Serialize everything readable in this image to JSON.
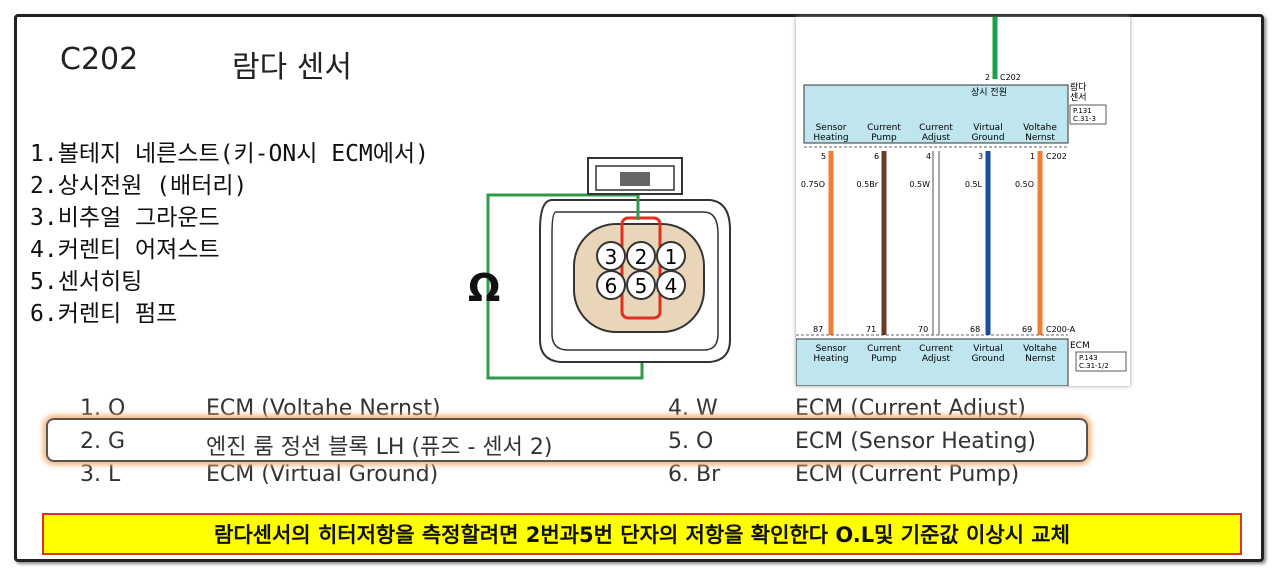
{
  "header": {
    "connector_code": "C202",
    "component_name": "람다 센서"
  },
  "pin_list": [
    "1.볼테지 네른스트(키-ON시 ECM에서)",
    "2.상시전원 (배터리)",
    "3.비추얼 그라운드",
    "4.커렌티 어져스트",
    "5.센서히팅",
    "6.커렌티 펌프"
  ],
  "connector_pins": {
    "top": [
      "3",
      "2",
      "1"
    ],
    "bottom": [
      "6",
      "5",
      "4"
    ]
  },
  "meter_symbol": "Ω",
  "colors": {
    "meter_lead": "#2e9a4e",
    "probe_highlight": "#e03020",
    "banner_bg": "#ffff00"
  },
  "legend": [
    {
      "pin": "1. O",
      "desc": "ECM (Voltahe Nernst)"
    },
    {
      "pin": "2. G",
      "desc": "엔진 룸 정션 블록 LH (퓨즈 - 센서 2)"
    },
    {
      "pin": "3. L",
      "desc": "ECM (Virtual Ground)"
    },
    {
      "pin": "4. W",
      "desc": "ECM (Current Adjust)"
    },
    {
      "pin": "5. O",
      "desc": "ECM (Sensor Heating)"
    },
    {
      "pin": "6. Br",
      "desc": "ECM (Current Pump)"
    }
  ],
  "wiring": {
    "top_pin_label": "2",
    "top_connector": "C202",
    "sensor_name": "람다\n센서",
    "always_power": "상시 전원",
    "sensor_ref": "P.131\nC.31-3",
    "terminals": [
      "Sensor\nHeating",
      "Current\nPump",
      "Current\nAdjust",
      "Virtual\nGround",
      "Voltahe\nNernst"
    ],
    "sensor_pins": [
      "5",
      "6",
      "4",
      "3",
      "1"
    ],
    "sensor_conn": "C202",
    "wire_labels": [
      "0.75O",
      "0.5Br",
      "0.5W",
      "0.5L",
      "0.5O"
    ],
    "wire_colors": [
      "#f08030",
      "#6b3a24",
      "#ffffff",
      "#1a4fa0",
      "#f08030"
    ],
    "ecm_pins": [
      "87",
      "71",
      "70",
      "68",
      "69"
    ],
    "ecm_conn": "C200-A",
    "ecm_name": "ECM",
    "ecm_ref": "P.143\nC.31-1/2"
  },
  "banner_text": "람다센서의 히터저항을 측정할려면 2번과5번 단자의 저항을 확인한다 O.L및 기준값 이상시 교체"
}
